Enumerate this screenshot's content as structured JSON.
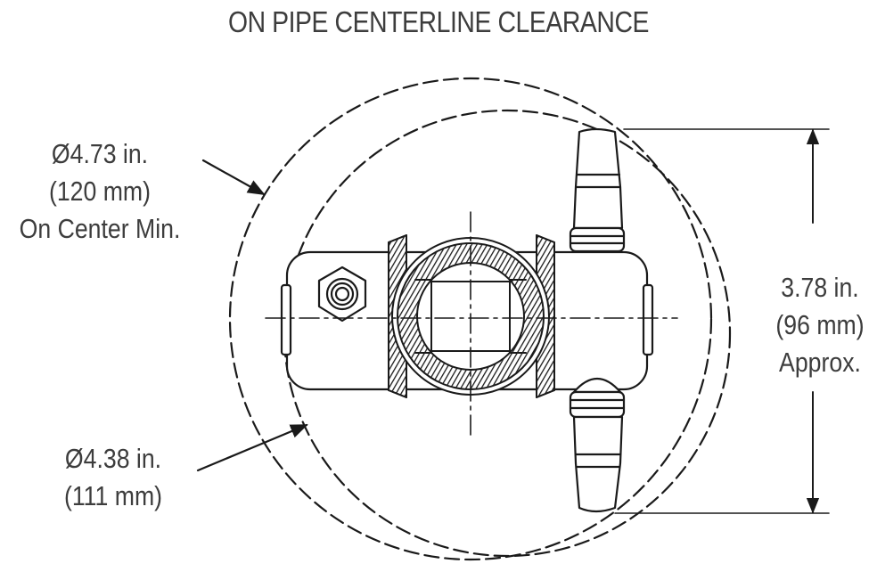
{
  "title": "ON PIPE CENTERLINE CLEARANCE",
  "outer_circle": {
    "diameter": "Ø4.73 in.",
    "metric": "(120 mm)",
    "note": "On Center Min."
  },
  "inner_circle": {
    "diameter": "Ø4.38 in.",
    "metric": "(111 mm)"
  },
  "height": {
    "value": "3.78 in.",
    "metric": "(96 mm)",
    "note": "Approx."
  },
  "colors": {
    "line": "#1a1a1a",
    "text": "#3d3d3d"
  },
  "icons": [
    "arrow-icon",
    "hex-nut-icon",
    "nozzle-icon"
  ]
}
